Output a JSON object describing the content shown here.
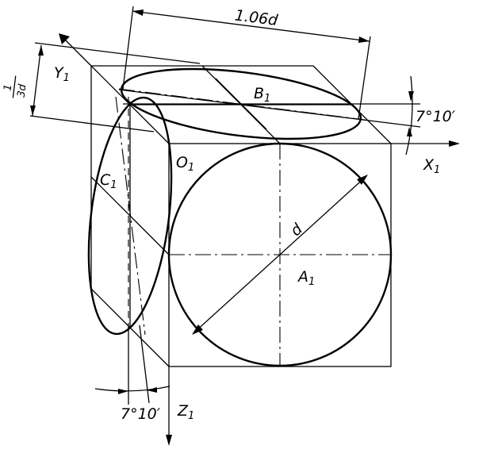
{
  "diagram": {
    "labels": {
      "dim_long_axis": "1.06d",
      "dim_short_axis_num": "1",
      "dim_short_axis_den": "3d",
      "angle_right": "7°10′",
      "angle_bottom": "7°10′",
      "diameter": "d",
      "y1_letter": "Y",
      "y1_sub": "1",
      "x1_letter": "X",
      "x1_sub": "1",
      "z1_letter": "Z",
      "z1_sub": "1",
      "o1_letter": "O",
      "o1_sub": "1",
      "a1_letter": "A",
      "a1_sub": "1",
      "b1_letter": "B",
      "b1_sub": "1",
      "c1_letter": "C",
      "c1_sub": "1"
    }
  }
}
